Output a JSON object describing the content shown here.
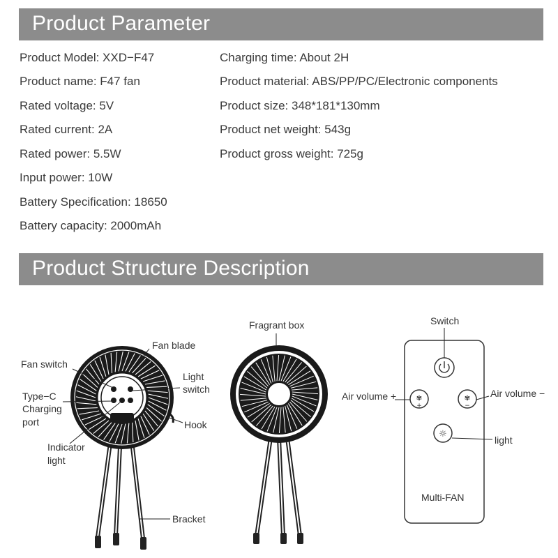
{
  "sections": {
    "parameter_title": "Product Parameter",
    "structure_title": "Product Structure Description"
  },
  "parameters_left": [
    "Product Model: XXD−F47",
    "Product name: F47 fan",
    "Rated voltage: 5V",
    "Rated current: 2A",
    "Rated power: 5.5W",
    "Input power: 10W",
    "Battery Specification: 18650",
    "Battery capacity: 2000mAh"
  ],
  "parameters_right": [
    "Charging time: About 2H",
    "Product material: ABS/PP/PC/Electronic components",
    "Product size: 348*181*130mm",
    "Product net weight: 543g",
    "Product gross weight: 725g"
  ],
  "fan_front_labels": {
    "fan_blade": "Fan blade",
    "fan_switch": "Fan switch",
    "light_switch_1": "Light",
    "light_switch_2": "switch",
    "typec_1": "Type−C",
    "typec_2": "Charging",
    "typec_3": "port",
    "hook": "Hook",
    "indicator_1": "Indicator",
    "indicator_2": "light",
    "bracket": "Bracket"
  },
  "fan_back_labels": {
    "fragrant_box": "Fragrant box"
  },
  "remote_labels": {
    "switch": "Switch",
    "air_volume_plus": "Air volume +",
    "air_volume_minus": "Air volume −",
    "light": "light",
    "brand": "Multi-FAN"
  },
  "icons": [
    "power-icon",
    "fan-plus-icon",
    "fan-minus-icon",
    "sun-icon"
  ],
  "colors": {
    "banner": "#8c8c8c",
    "banner_text": "#ffffff",
    "text": "#3a3a3a"
  }
}
